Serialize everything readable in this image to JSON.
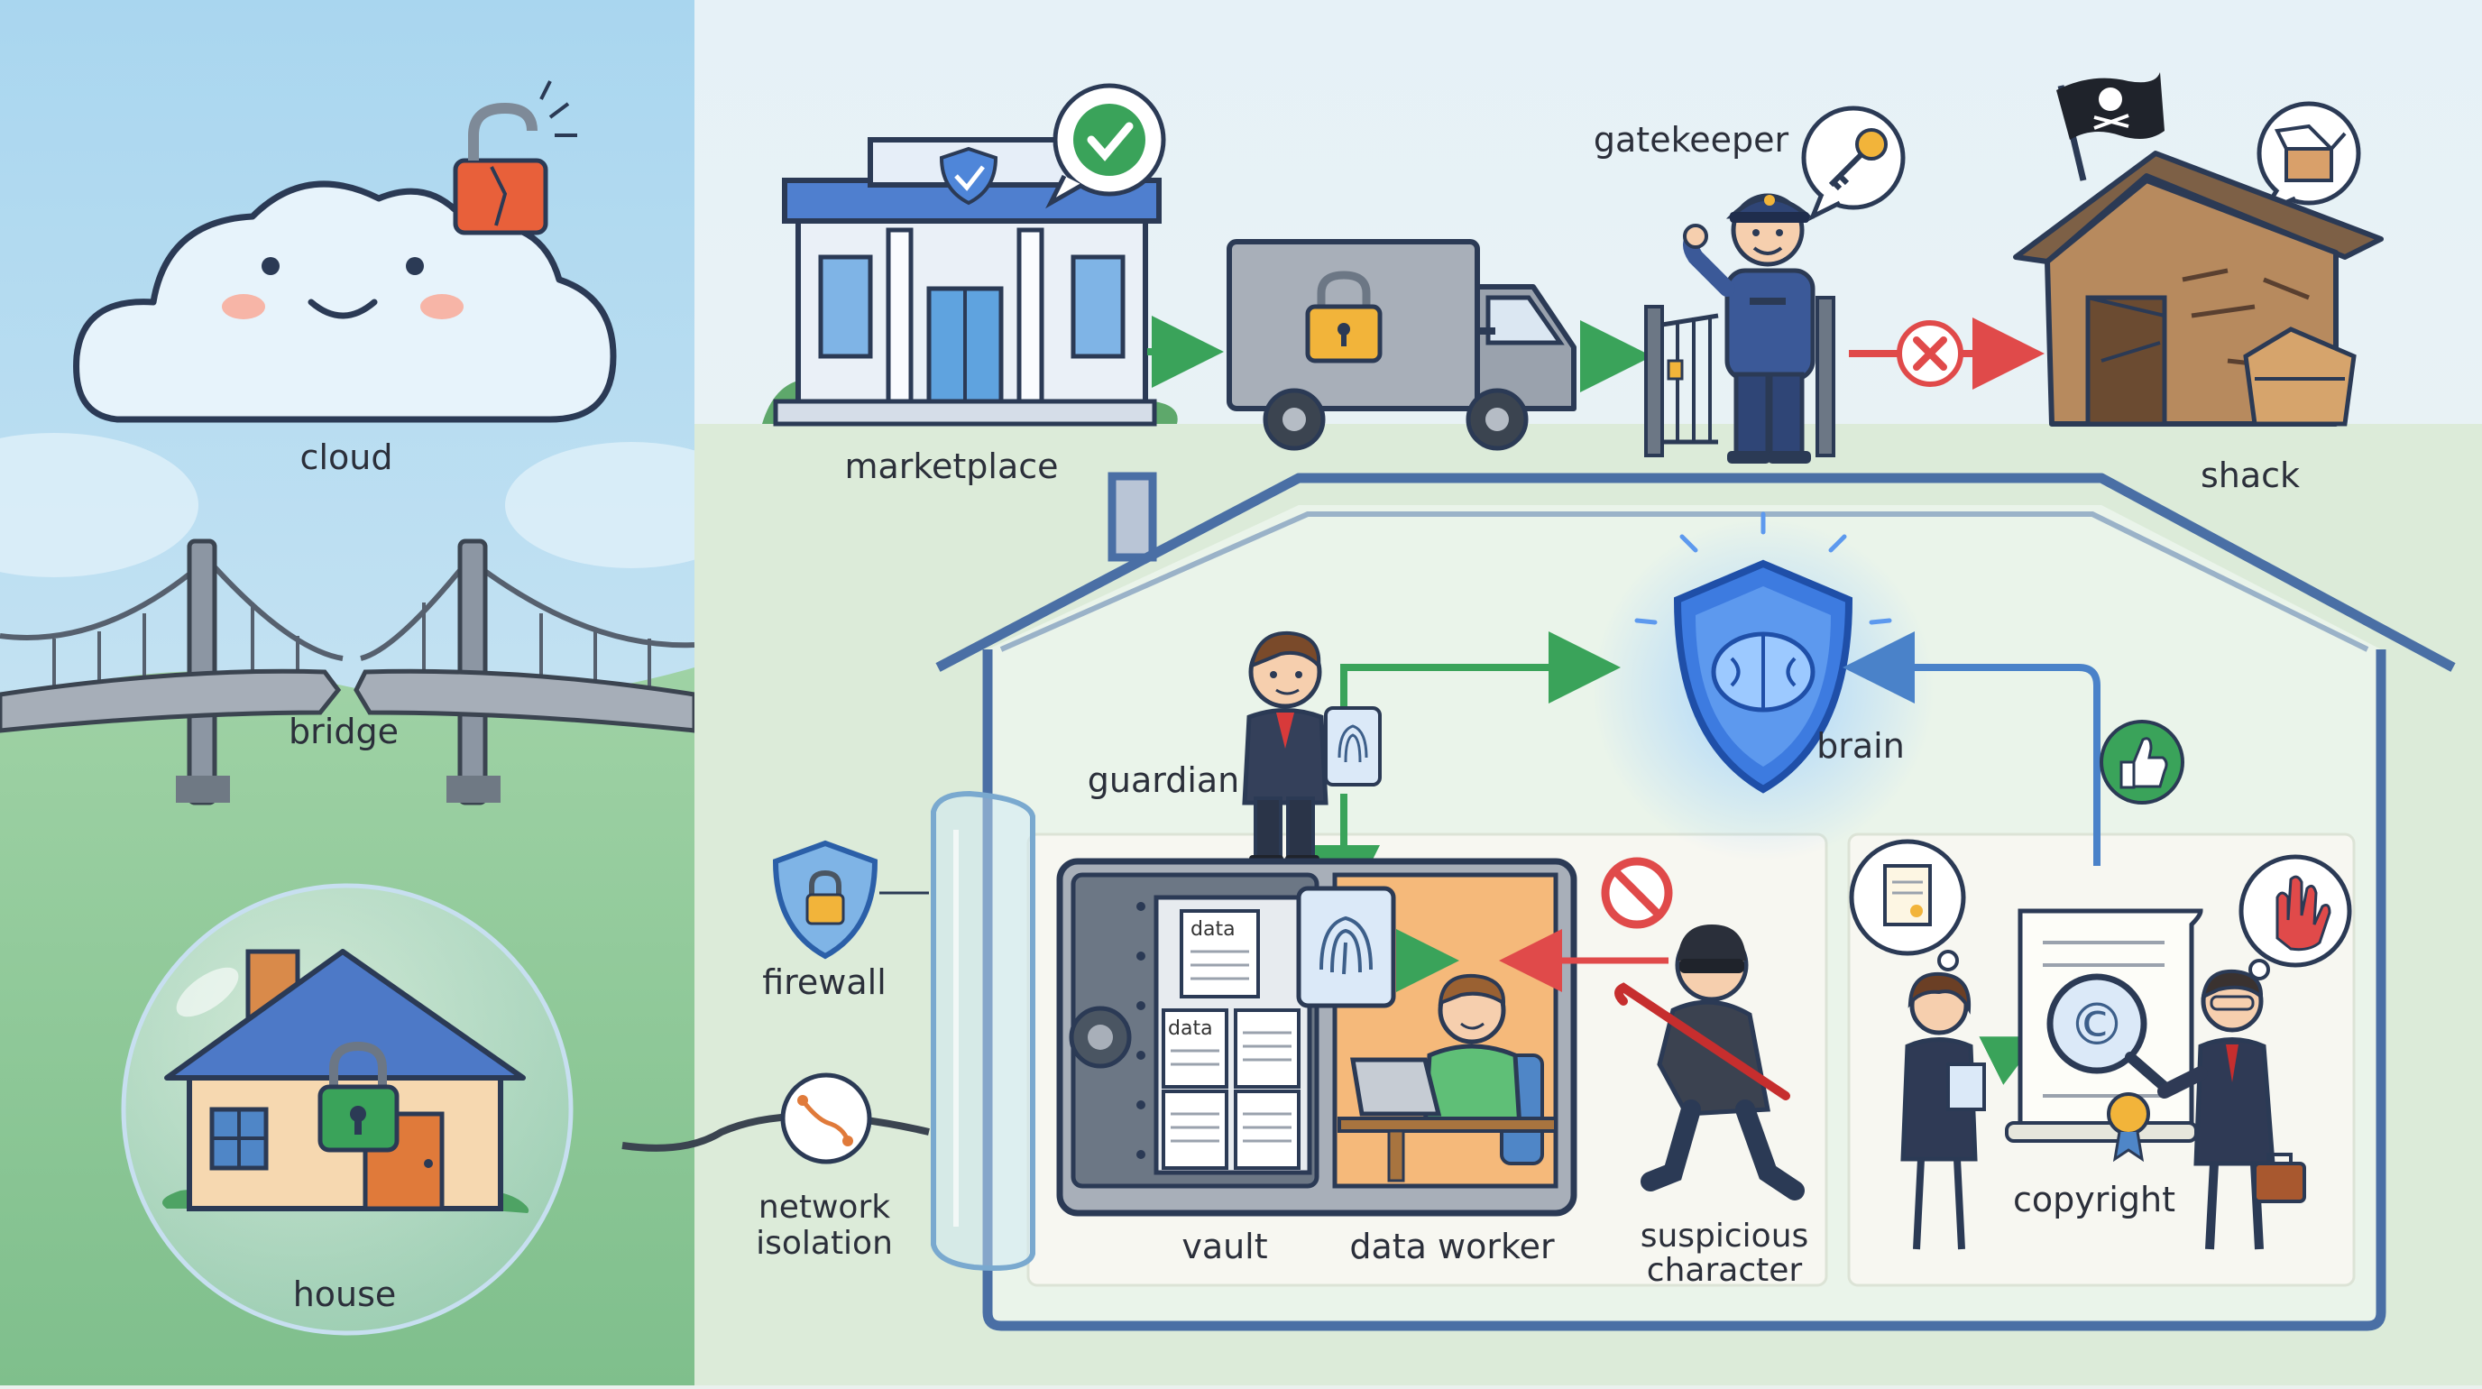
{
  "labels": {
    "cloud": "cloud",
    "bridge": "bridge",
    "house": "house",
    "marketplace": "marketplace",
    "gatekeeper": "gatekeeper",
    "shack": "shack",
    "guardian": "guardian",
    "brain": "brain",
    "firewall": "firewall",
    "network_isolation_line1": "network",
    "network_isolation_line2": "isolation",
    "vault": "vault",
    "data_worker": "data worker",
    "suspicious_line1": "suspicious",
    "suspicious_line2": "character",
    "copyright": "copyright",
    "doc_label": "data"
  },
  "icons": [
    "cloud-face-icon",
    "broken-padlock-icon",
    "broken-bridge-icon",
    "house-in-bubble-icon",
    "padlock-icon",
    "bank-building-icon",
    "shield-check-icon",
    "checkmark-bubble-icon",
    "armored-truck-icon",
    "gatekeeper-guard-icon",
    "key-bubble-icon",
    "gate-icon",
    "blocked-x-icon",
    "pirate-flag-icon",
    "open-box-bubble-icon",
    "broken-shack-icon",
    "brain-shield-icon",
    "guardian-person-icon",
    "fingerprint-icon",
    "thumbs-up-icon",
    "firewall-shield-icon",
    "network-cable-icon",
    "glass-barrier-icon",
    "vault-safe-icon",
    "data-document-icon",
    "laptop-worker-icon",
    "no-entry-icon",
    "burglar-crowbar-icon",
    "document-bubble-icon",
    "copyright-magnifier-icon",
    "stop-hand-icon",
    "award-ribbon-icon",
    "briefcase-icon",
    "arrow-icon"
  ],
  "colors": {
    "sky_left": "#bfe0f2",
    "grass_left": "#8fcb9a",
    "main_bg": "#eef4f1",
    "house_outline": "#4a6fa5",
    "arrow_green": "#3aa35a",
    "arrow_red": "#e04a4a",
    "arrow_blue": "#4a82c9",
    "shield_blue": "#3d7be0"
  }
}
